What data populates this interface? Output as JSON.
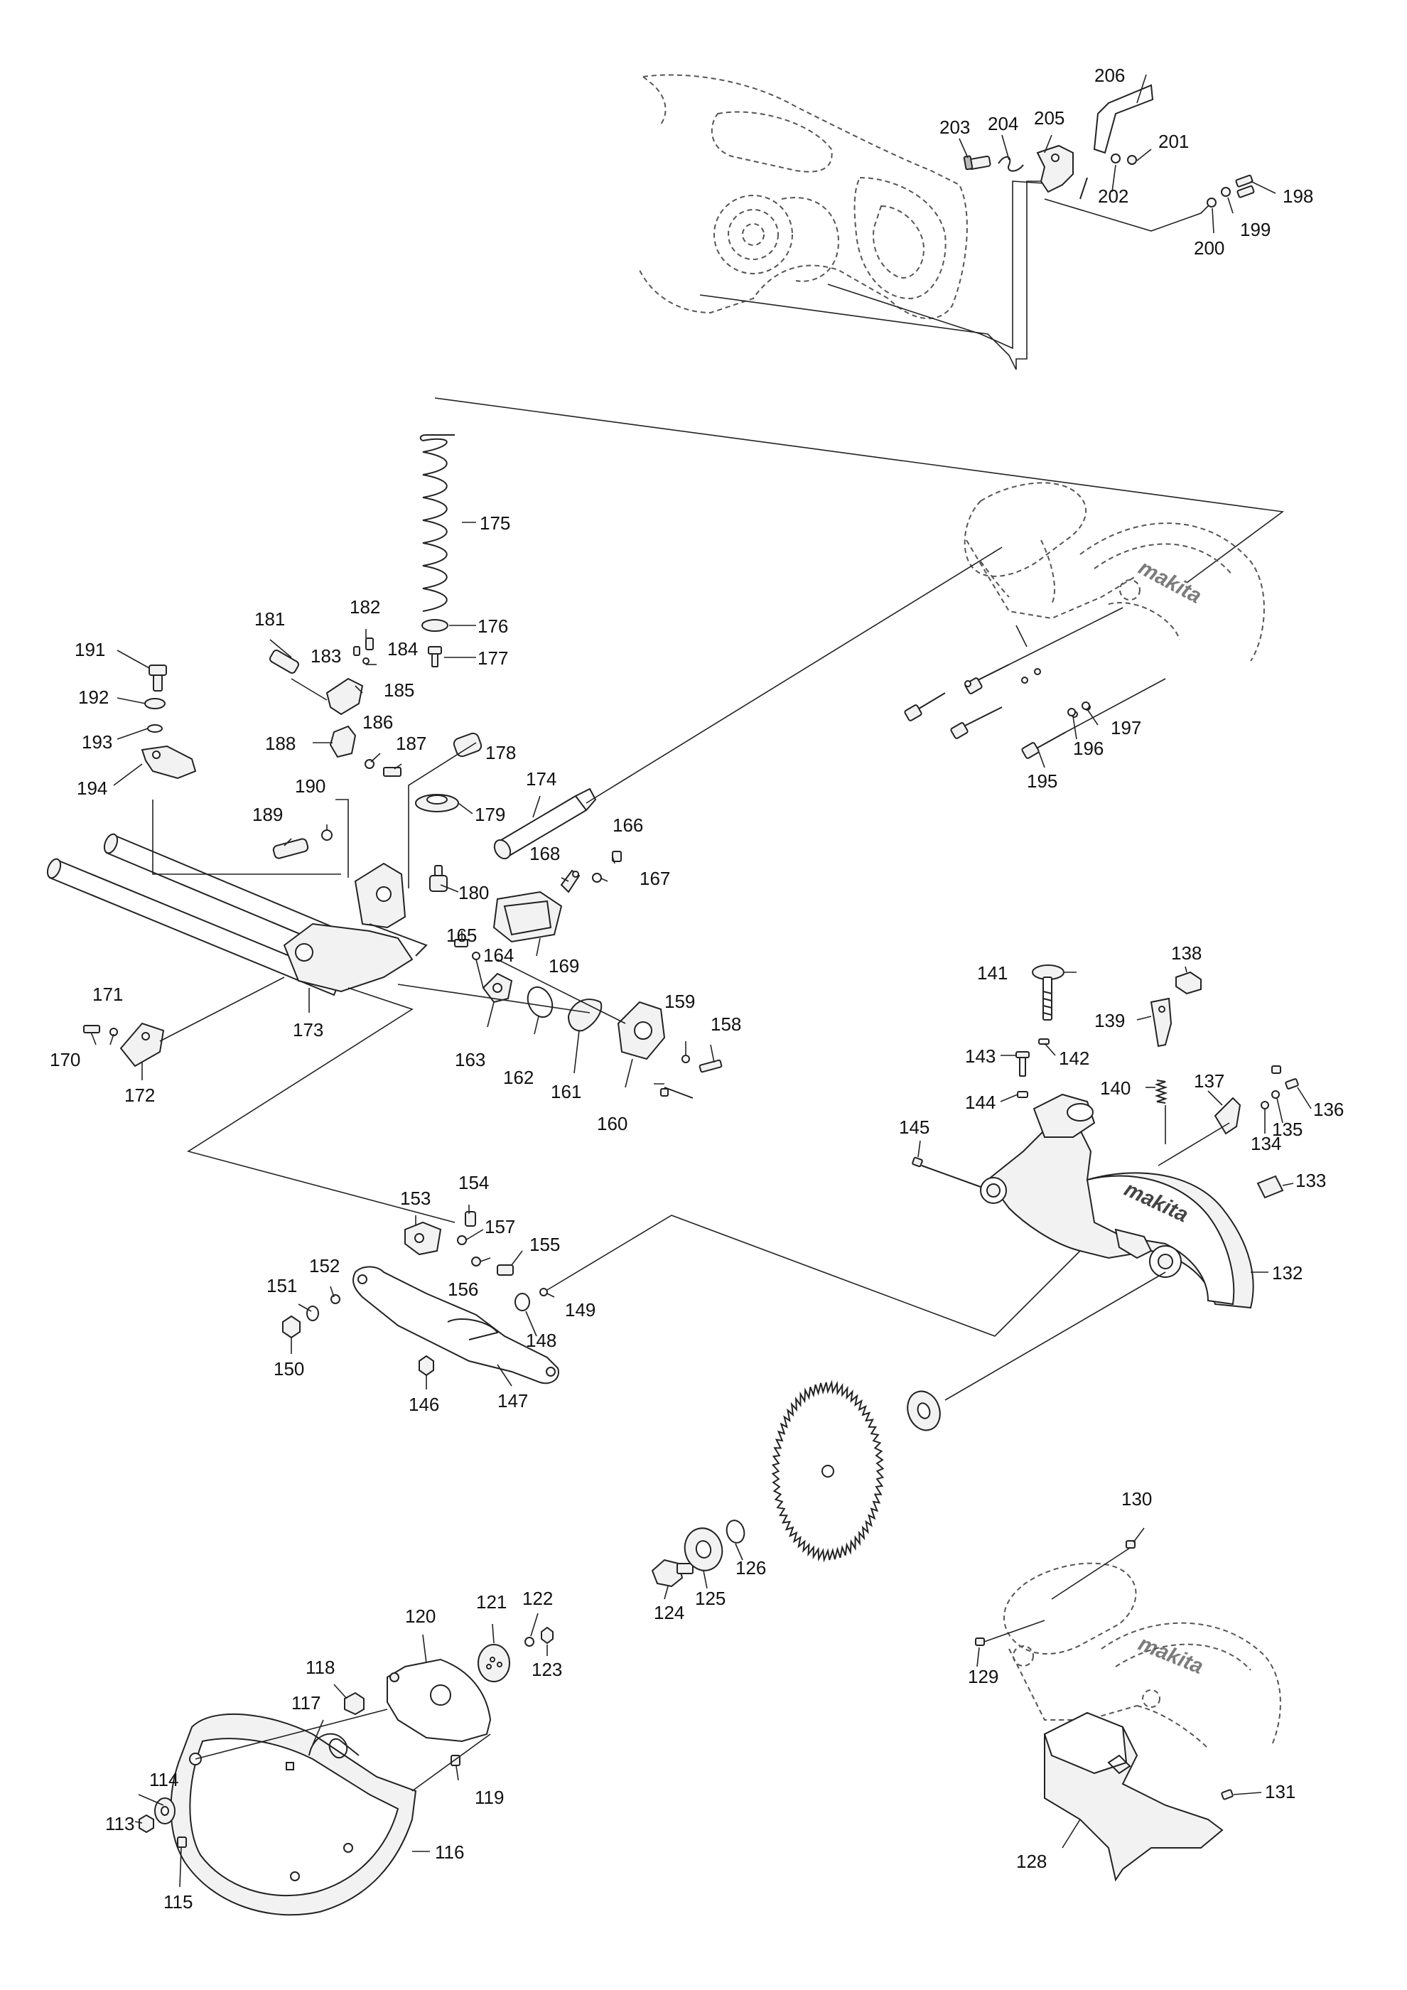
{
  "brand": "makita",
  "labels": {
    "p113": "113",
    "p114": "114",
    "p115": "115",
    "p116": "116",
    "p117": "117",
    "p118": "118",
    "p119": "119",
    "p120": "120",
    "p121": "121",
    "p122": "122",
    "p123": "123",
    "p124": "124",
    "p125": "125",
    "p126": "126",
    "p128": "128",
    "p129": "129",
    "p130": "130",
    "p131": "131",
    "p132": "132",
    "p133": "133",
    "p134": "134",
    "p135": "135",
    "p136": "136",
    "p137": "137",
    "p138": "138",
    "p139": "139",
    "p140": "140",
    "p141": "141",
    "p142": "142",
    "p143": "143",
    "p144": "144",
    "p145": "145",
    "p146": "146",
    "p147": "147",
    "p148": "148",
    "p149": "149",
    "p150": "150",
    "p151": "151",
    "p152": "152",
    "p153": "153",
    "p154": "154",
    "p155": "155",
    "p156": "156",
    "p157": "157",
    "p158": "158",
    "p159": "159",
    "p160": "160",
    "p161": "161",
    "p162": "162",
    "p163": "163",
    "p164": "164",
    "p165": "165",
    "p166": "166",
    "p167": "167",
    "p168": "168",
    "p169": "169",
    "p170": "170",
    "p171": "171",
    "p172": "172",
    "p173": "173",
    "p174": "174",
    "p175": "175",
    "p176": "176",
    "p177": "177",
    "p178": "178",
    "p179": "179",
    "p180": "180",
    "p181": "181",
    "p182": "182",
    "p183": "183",
    "p184": "184",
    "p185": "185",
    "p186": "186",
    "p187": "187",
    "p188": "188",
    "p189": "189",
    "p190": "190",
    "p191": "191",
    "p192": "192",
    "p193": "193",
    "p194": "194",
    "p195": "195",
    "p196": "196",
    "p197": "197",
    "p198": "198",
    "p199": "199",
    "p200": "200",
    "p201": "201",
    "p202": "202",
    "p203": "203",
    "p204": "204",
    "p205": "205",
    "p206": "206"
  }
}
